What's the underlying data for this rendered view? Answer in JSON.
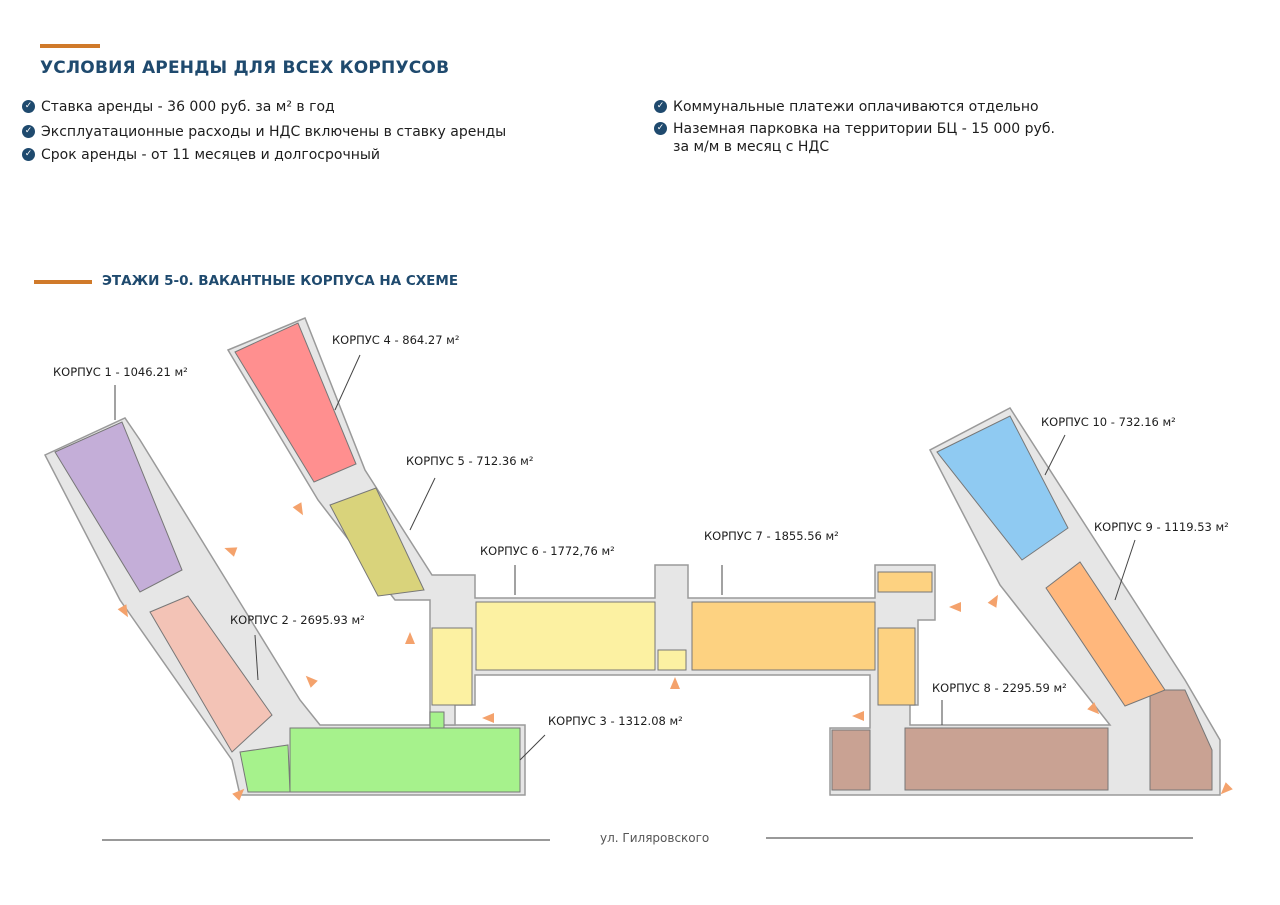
{
  "conditions": {
    "title": "УСЛОВИЯ АРЕНДЫ ДЛЯ ВСЕХ КОРПУСОВ",
    "left_items": [
      "Ставка аренды - 36 000 руб. за м² в год",
      "Эксплуатационные расходы и НДС включены в ставку аренды",
      "Срок аренды - от 11 месяцев и долгосрочный"
    ],
    "right_items": [
      "Коммунальные платежи оплачиваются отдельно",
      "Наземная парковка на территории БЦ - 15 000 руб.",
      "за м/м в месяц с НДС"
    ]
  },
  "plan": {
    "title": "ЭТАЖИ 5-0. ВАКАНТНЫЕ КОРПУСА НА СХЕМЕ",
    "street": "ул. Гиляровского",
    "buildings": [
      {
        "label": "КОРПУС 1 - 1046.21 м²",
        "color": "#c4aed8"
      },
      {
        "label": "КОРПУС 2 - 2695.93 м²",
        "color": "#f3c3b6"
      },
      {
        "label": "КОРПУС 3 - 1312.08 м²",
        "color": "#a6f28c"
      },
      {
        "label": "КОРПУС 4 - 864.27 м²",
        "color": "#ff8f8f"
      },
      {
        "label": "КОРПУС 5 - 712.36 м²",
        "color": "#d9d37b"
      },
      {
        "label": "КОРПУС 6 - 1772,76 м²",
        "color": "#fcf1a2"
      },
      {
        "label": "КОРПУС 7 - 1855.56 м²",
        "color": "#fdd281"
      },
      {
        "label": "КОРПУС 8 - 2295.59 м²",
        "color": "#c9a293"
      },
      {
        "label": "КОРПУС 9 - 1119.53 м²",
        "color": "#ffb77c"
      },
      {
        "label": "КОРПУС 10 - 732.16 м²",
        "color": "#8fcaf2"
      }
    ],
    "arrow_color": "#f4a26c"
  }
}
